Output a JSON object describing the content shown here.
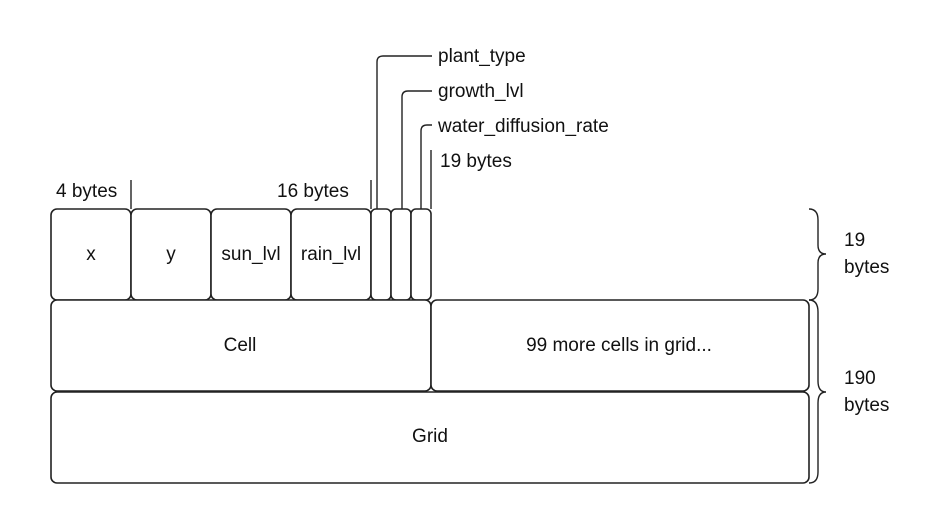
{
  "fields": {
    "x": "x",
    "y": "y",
    "sun_lvl": "sun_lvl",
    "rain_lvl": "rain_lvl"
  },
  "callouts": {
    "plant_type": "plant_type",
    "growth_lvl": "growth_lvl",
    "water_diffusion_rate": "water_diffusion_rate",
    "offset_19": "19 bytes"
  },
  "offsets": {
    "offset_4": "4 bytes",
    "offset_16": "16 bytes"
  },
  "rows": {
    "cell": "Cell",
    "more_cells": "99 more cells in grid...",
    "grid": "Grid"
  },
  "sizes": {
    "cell_size_value": "19",
    "cell_size_unit": "bytes",
    "grid_size_value": "190",
    "grid_size_unit": "bytes"
  }
}
